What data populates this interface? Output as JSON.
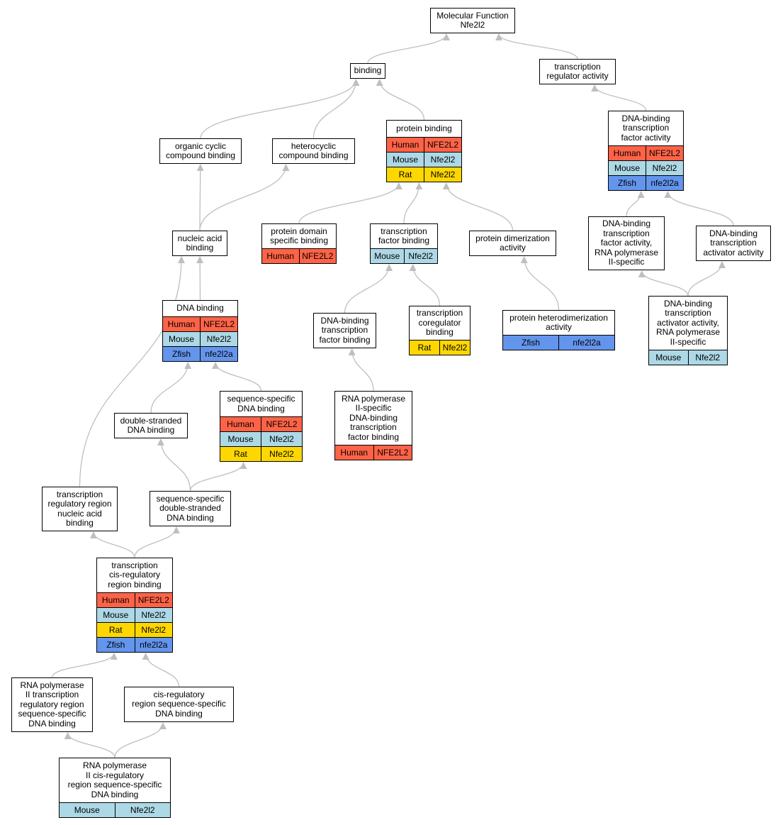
{
  "colors": {
    "Human": "#ff6347",
    "Mouse": "#add8e6",
    "Rat": "#ffd700",
    "Zfish": "#6495ed",
    "edge": "#bfbfbf"
  },
  "nodes": [
    {
      "id": "mf",
      "label": "Molecular Function\nNfe2l2",
      "rows": []
    },
    {
      "id": "binding",
      "label": "binding",
      "rows": []
    },
    {
      "id": "tra",
      "label": "transcription\nregulator activity",
      "rows": []
    },
    {
      "id": "dbtfa",
      "label": "DNA-binding\ntranscription\nfactor activity",
      "rows": [
        [
          "Human",
          "NFE2L2"
        ],
        [
          "Mouse",
          "Nfe2l2"
        ],
        [
          "Zfish",
          "nfe2l2a"
        ]
      ]
    },
    {
      "id": "ocb",
      "label": "organic cyclic\ncompound binding",
      "rows": []
    },
    {
      "id": "hcb",
      "label": "heterocyclic\ncompound binding",
      "rows": []
    },
    {
      "id": "pb",
      "label": "protein binding",
      "rows": [
        [
          "Human",
          "NFE2L2"
        ],
        [
          "Mouse",
          "Nfe2l2"
        ],
        [
          "Rat",
          "Nfe2l2"
        ]
      ]
    },
    {
      "id": "pdsb",
      "label": "protein domain\nspecific binding",
      "rows": [
        [
          "Human",
          "NFE2L2"
        ]
      ]
    },
    {
      "id": "tfb",
      "label": "transcription\nfactor binding",
      "rows": [
        [
          "Mouse",
          "Nfe2l2"
        ]
      ]
    },
    {
      "id": "pda",
      "label": "protein dimerization\nactivity",
      "rows": []
    },
    {
      "id": "nab",
      "label": "nucleic acid\nbinding",
      "rows": []
    },
    {
      "id": "dbtfarp",
      "label": "DNA-binding\ntranscription\nfactor activity,\nRNA polymerase\nII-specific",
      "rows": []
    },
    {
      "id": "dbtaa",
      "label": "DNA-binding\ntranscription\nactivator activity",
      "rows": []
    },
    {
      "id": "dnab",
      "label": "DNA binding",
      "rows": [
        [
          "Human",
          "NFE2L2"
        ],
        [
          "Mouse",
          "Nfe2l2"
        ],
        [
          "Zfish",
          "nfe2l2a"
        ]
      ]
    },
    {
      "id": "dbtfb",
      "label": "DNA-binding\ntranscription\nfactor binding",
      "rows": []
    },
    {
      "id": "tcb",
      "label": "transcription\ncoregulator\nbinding",
      "rows": [
        [
          "Rat",
          "Nfe2l2"
        ]
      ]
    },
    {
      "id": "phda",
      "label": "protein heterodimerization\nactivity",
      "rows": [
        [
          "Zfish",
          "nfe2l2a"
        ]
      ]
    },
    {
      "id": "dbtaarp",
      "label": "DNA-binding\ntranscription\nactivator activity,\nRNA polymerase\nII-specific",
      "rows": [
        [
          "Mouse",
          "Nfe2l2"
        ]
      ]
    },
    {
      "id": "ssdb",
      "label": "sequence-specific\nDNA binding",
      "rows": [
        [
          "Human",
          "NFE2L2"
        ],
        [
          "Mouse",
          "Nfe2l2"
        ],
        [
          "Rat",
          "Nfe2l2"
        ]
      ]
    },
    {
      "id": "dsdb",
      "label": "double-stranded\nDNA binding",
      "rows": []
    },
    {
      "id": "rp2dbtfb",
      "label": "RNA polymerase\nII-specific\nDNA-binding\ntranscription\nfactor binding",
      "rows": [
        [
          "Human",
          "NFE2L2"
        ]
      ]
    },
    {
      "id": "trrnab",
      "label": "transcription\nregulatory region\nnucleic acid\nbinding",
      "rows": []
    },
    {
      "id": "ssdsdb",
      "label": "sequence-specific\ndouble-stranded\nDNA binding",
      "rows": []
    },
    {
      "id": "tcrrb",
      "label": "transcription\ncis-regulatory\nregion binding",
      "rows": [
        [
          "Human",
          "NFE2L2"
        ],
        [
          "Mouse",
          "Nfe2l2"
        ],
        [
          "Rat",
          "Nfe2l2"
        ],
        [
          "Zfish",
          "nfe2l2a"
        ]
      ]
    },
    {
      "id": "rp2trr",
      "label": "RNA polymerase\nII transcription\nregulatory region\nsequence-specific\nDNA binding",
      "rows": []
    },
    {
      "id": "crrssdb",
      "label": "cis-regulatory\nregion sequence-specific\nDNA binding",
      "rows": []
    },
    {
      "id": "rp2crr",
      "label": "RNA polymerase\nII cis-regulatory\nregion sequence-specific\nDNA binding",
      "rows": [
        [
          "Mouse",
          "Nfe2l2"
        ]
      ]
    }
  ],
  "edges": [
    [
      "binding",
      "mf"
    ],
    [
      "tra",
      "mf"
    ],
    [
      "dbtfa",
      "tra"
    ],
    [
      "ocb",
      "binding"
    ],
    [
      "hcb",
      "binding"
    ],
    [
      "pb",
      "binding"
    ],
    [
      "nab",
      "ocb"
    ],
    [
      "nab",
      "hcb"
    ],
    [
      "pdsb",
      "pb"
    ],
    [
      "tfb",
      "pb"
    ],
    [
      "pda",
      "pb"
    ],
    [
      "dbtfarp",
      "dbtfa"
    ],
    [
      "dbtaa",
      "dbtfa"
    ],
    [
      "dbtaarp",
      "dbtfarp"
    ],
    [
      "dbtaarp",
      "dbtaa"
    ],
    [
      "dnab",
      "nab"
    ],
    [
      "trrnab",
      "nab"
    ],
    [
      "dbtfb",
      "tfb"
    ],
    [
      "tcb",
      "tfb"
    ],
    [
      "phda",
      "pda"
    ],
    [
      "rp2dbtfb",
      "dbtfb"
    ],
    [
      "dsdb",
      "dnab"
    ],
    [
      "ssdb",
      "dnab"
    ],
    [
      "ssdsdb",
      "dsdb"
    ],
    [
      "ssdsdb",
      "ssdb"
    ],
    [
      "tcrrb",
      "trrnab"
    ],
    [
      "tcrrb",
      "ssdsdb"
    ],
    [
      "rp2trr",
      "tcrrb"
    ],
    [
      "crrssdb",
      "tcrrb"
    ],
    [
      "rp2crr",
      "rp2trr"
    ],
    [
      "rp2crr",
      "crrssdb"
    ]
  ]
}
